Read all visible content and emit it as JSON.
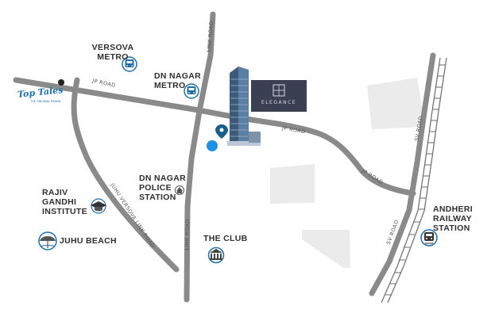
{
  "landmarks": {
    "versova_metro": {
      "line1": "VERSOVA",
      "line2": "METRO"
    },
    "dn_nagar_metro": {
      "line1": "DN NAGAR",
      "line2": "METRO"
    },
    "dn_nagar_police": {
      "line1": "DN NAGAR",
      "line2": "POLICE",
      "line3": "STATION"
    },
    "rajiv_gandhi": {
      "line1": "RAJIV",
      "line2": "GANDHI",
      "line3": "INSTITUTE"
    },
    "juhu_beach": {
      "label": "JUHU BEACH"
    },
    "the_club": {
      "label": "THE CLUB"
    },
    "andheri_station": {
      "line1": "ANDHERI",
      "line2": "RAILWAY",
      "line3": "STATION"
    }
  },
  "roads": {
    "jp_road_west": "JP ROAD",
    "jp_road_mid": "JP ROAD",
    "jp_road_east": "JP ROAD",
    "link_road_north": "LINK ROAD",
    "link_road_south": "LINK ROAD",
    "juhu_versova_link_road": "JUHU VERSOVA LINK ROAD",
    "sv_road_north": "SV ROAD",
    "sv_road_south": "SV ROAD"
  },
  "logo": {
    "text": "Top Tales",
    "tagline": "THE ORIGINAL BRAND"
  },
  "project": {
    "name": "ELEGANCE"
  },
  "colors": {
    "road": "#8a8a8a",
    "block": "#ebebeb",
    "icon": "#1f6ea8",
    "pin": "#1a5f8c",
    "dot": "#1e90e6",
    "rail": "#6b6b6b",
    "brand_bg": "#3b3f52"
  },
  "icons": {
    "versova_metro": "metro-icon",
    "dn_nagar_metro": "metro-icon",
    "police": "police-station-icon",
    "rajiv_gandhi": "graduation-cap-icon",
    "juhu_beach": "beach-umbrella-icon",
    "the_club": "club-building-icon",
    "andheri_station": "train-icon",
    "project": "location-pin-icon"
  }
}
